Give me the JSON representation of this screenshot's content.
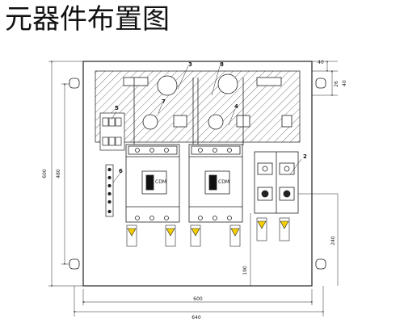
{
  "title": "元器件布置图",
  "dimensions": {
    "overall_width": "640",
    "inner_width": "600",
    "overall_height": "600",
    "inner_height": "480",
    "top_margin": "40",
    "slot_span": "26",
    "slot_offset": "40",
    "component_height": "240",
    "lower_height": "190"
  },
  "callouts": [
    "2",
    "3",
    "4",
    "5",
    "6",
    "7",
    "8"
  ],
  "breaker_labels": [
    "CDM",
    "CDM"
  ],
  "colors": {
    "line": "#222222",
    "hatch": "#555555",
    "warning_label": "#f4d000",
    "background": "#ffffff"
  }
}
